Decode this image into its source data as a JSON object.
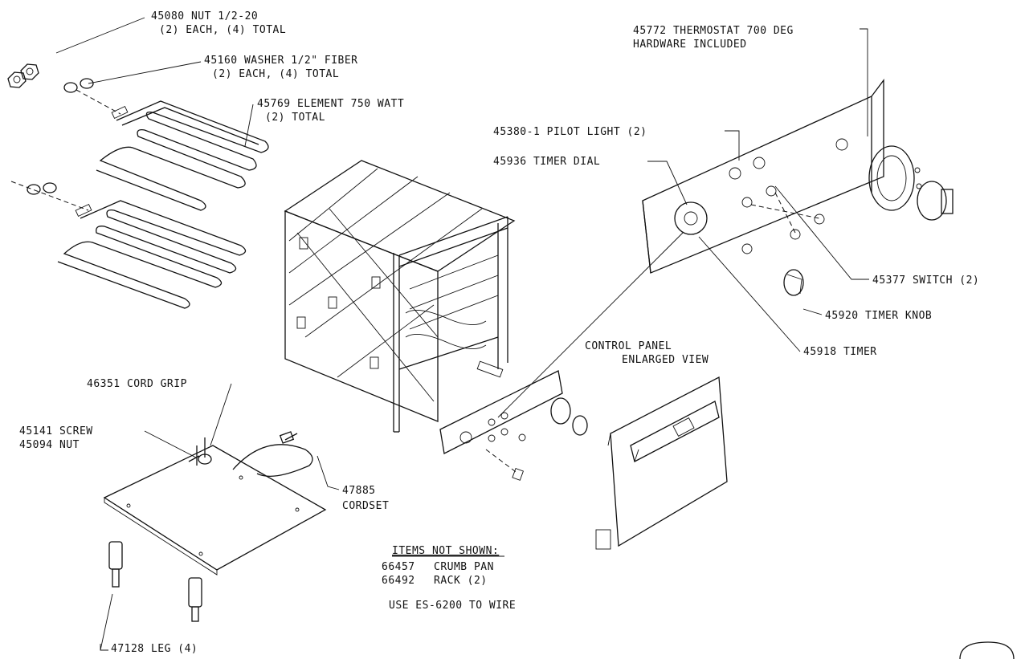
{
  "labels": {
    "nut": [
      "45080 NUT 1/2-20",
      "(2) EACH, (4) TOTAL"
    ],
    "washer": [
      "45160 WASHER 1/2\" FIBER",
      "(2) EACH, (4) TOTAL"
    ],
    "element": [
      "45769 ELEMENT 750 WATT",
      "(2) TOTAL"
    ],
    "thermostat": [
      "45772 THERMOSTAT 700 DEG",
      "HARDWARE INCLUDED"
    ],
    "pilot_light": "45380-1 PILOT LIGHT (2)",
    "timer_dial": "45936 TIMER DIAL",
    "switch": "45377 SWITCH (2)",
    "timer_knob": "45920 TIMER KNOB",
    "timer": "45918 TIMER",
    "control_panel": [
      "CONTROL PANEL",
      "ENLARGED VIEW"
    ],
    "cord_grip": "46351 CORD GRIP",
    "screw_nut": [
      "45141 SCREW",
      "45094 NUT"
    ],
    "cordset": [
      "47885",
      "CORDSET"
    ],
    "leg": "47128 LEG (4)",
    "items_not_shown": {
      "heading": "ITEMS NOT SHOWN:",
      "rows": [
        {
          "part": "66457",
          "desc": "CRUMB PAN"
        },
        {
          "part": "66492",
          "desc": "RACK (2)"
        }
      ],
      "note": "USE ES-6200 TO WIRE"
    }
  }
}
